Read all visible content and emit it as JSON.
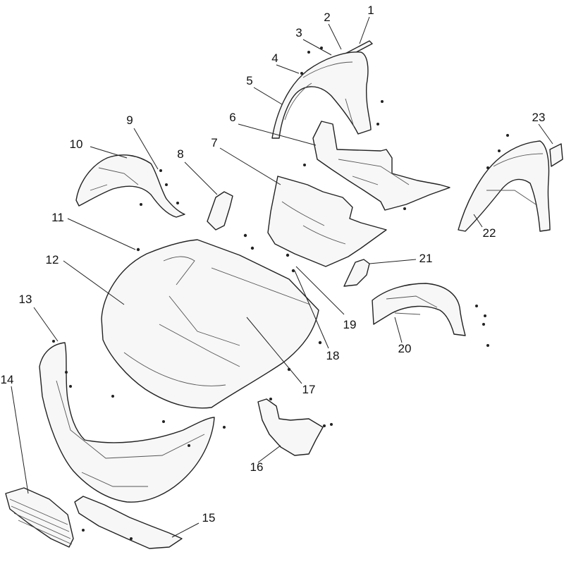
{
  "diagram": {
    "callout_numbers": [
      "1",
      "2",
      "3",
      "4",
      "5",
      "6",
      "7",
      "8",
      "9",
      "10",
      "11",
      "12",
      "13",
      "14",
      "15",
      "16",
      "17",
      "18",
      "19",
      "20",
      "21",
      "22",
      "23"
    ]
  }
}
